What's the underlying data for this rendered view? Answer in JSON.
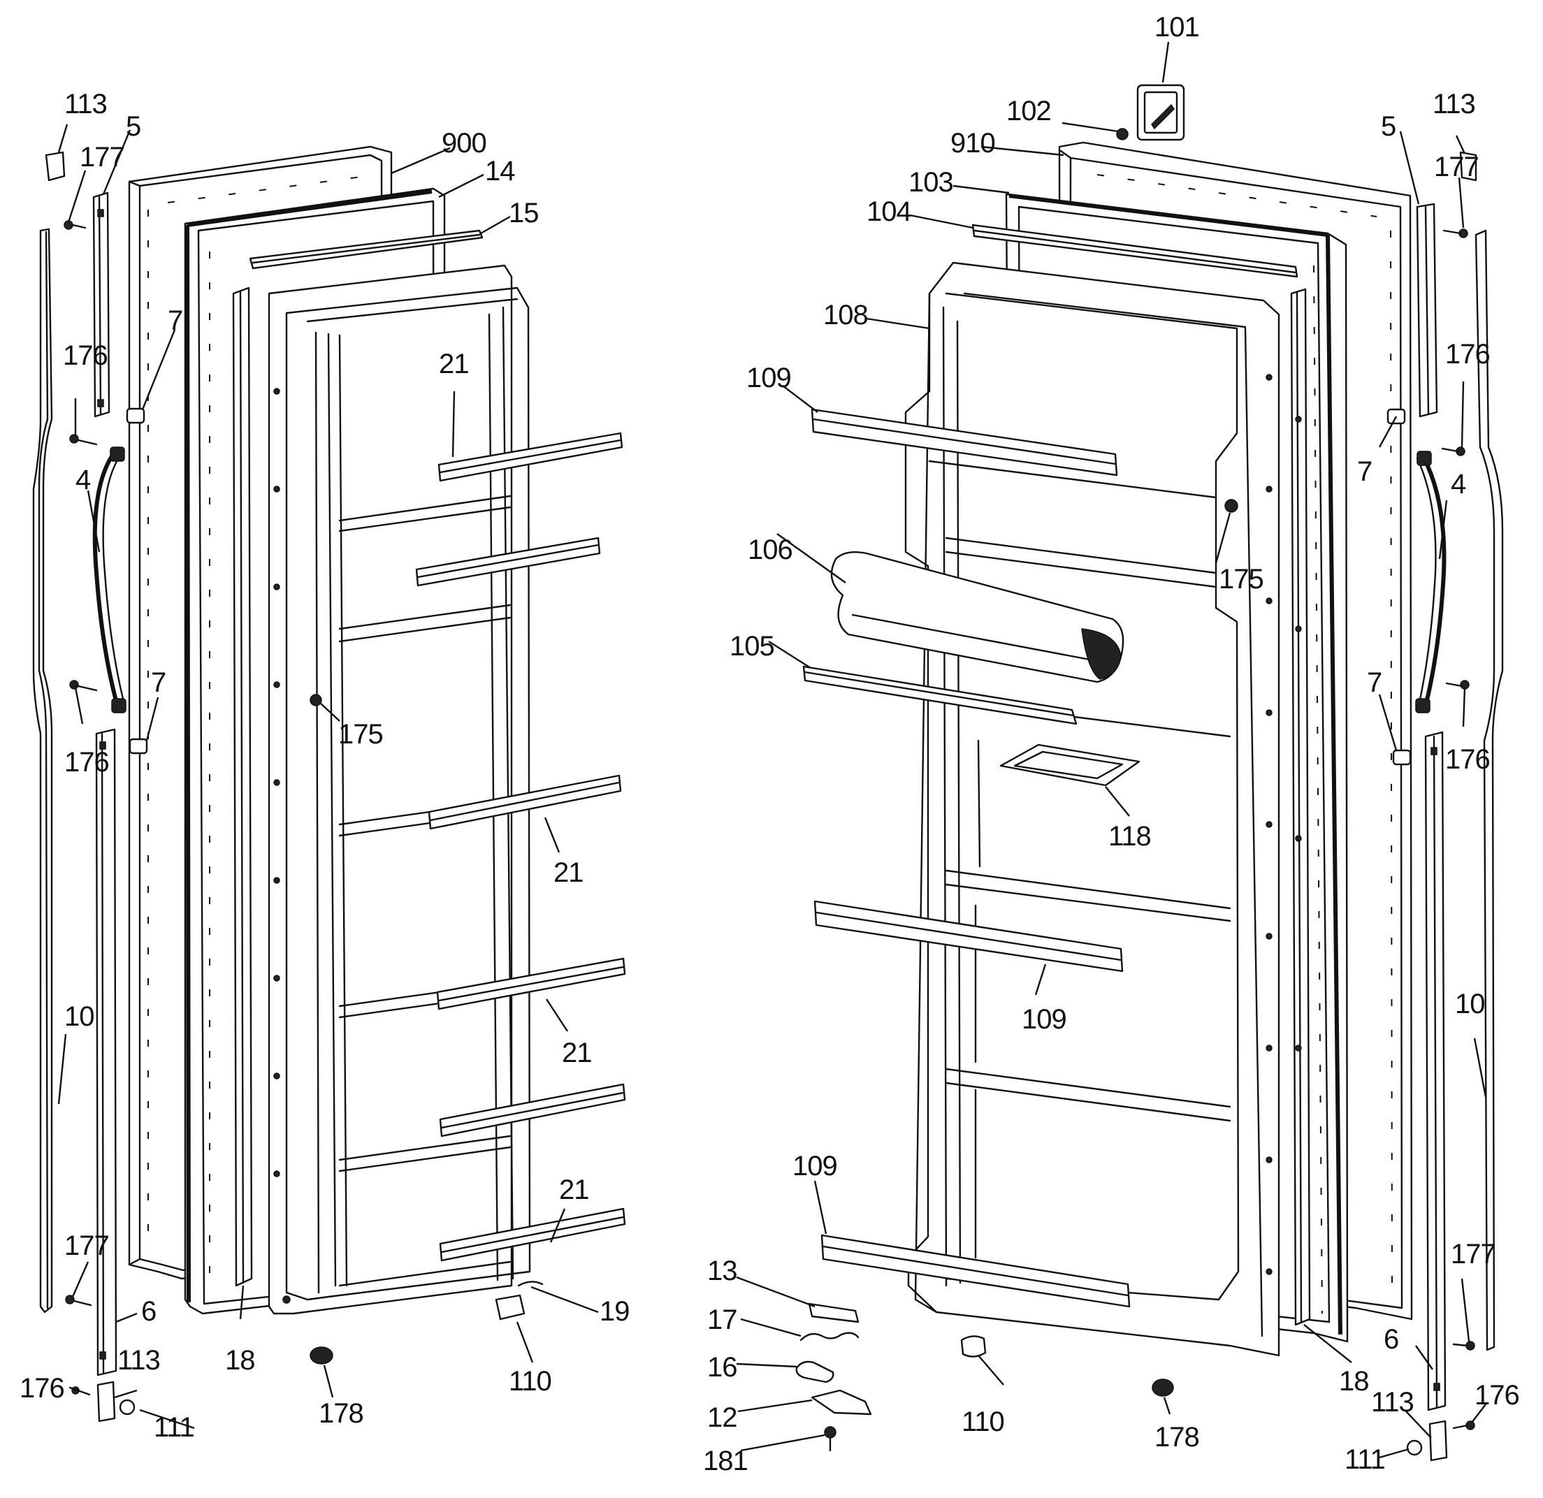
{
  "colors": {
    "ink": "#111111",
    "paper": "#ffffff"
  },
  "labels": {
    "l_113_tl": "113",
    "l_5_tl": "5",
    "l_177_tl": "177",
    "l_900": "900",
    "l_14": "14",
    "l_15": "15",
    "l_7_l1": "7",
    "l_176_l1": "176",
    "l_21_a": "21",
    "l_4_l": "4",
    "l_7_l2": "7",
    "l_176_l2": "176",
    "l_175_l": "175",
    "l_21_b": "21",
    "l_10_l": "10",
    "l_21_c": "21",
    "l_21_d": "21",
    "l_177_bl": "177",
    "l_6_l": "6",
    "l_19": "19",
    "l_176_bl": "176",
    "l_113_bl": "113",
    "l_111_l": "111",
    "l_18_l": "18",
    "l_110_l": "110",
    "l_178_l": "178",
    "l_101": "101",
    "l_102": "102",
    "l_910": "910",
    "l_103": "103",
    "l_104": "104",
    "l_108": "108",
    "l_109_a": "109",
    "l_106": "106",
    "l_105": "105",
    "l_175_r": "175",
    "l_118": "118",
    "l_109_b": "109",
    "l_109_c": "109",
    "l_13": "13",
    "l_17": "17",
    "l_16": "16",
    "l_12": "12",
    "l_181": "181",
    "l_110_r": "110",
    "l_178_r": "178",
    "l_18_r": "18",
    "l_113_tr": "113",
    "l_5_tr": "5",
    "l_177_tr": "177",
    "l_176_r1": "176",
    "l_7_r1": "7",
    "l_4_r": "4",
    "l_7_r2": "7",
    "l_176_r2": "176",
    "l_10_r": "10",
    "l_177_br": "177",
    "l_6_r": "6",
    "l_113_br": "113",
    "l_176_br": "176",
    "l_111_r": "111"
  }
}
